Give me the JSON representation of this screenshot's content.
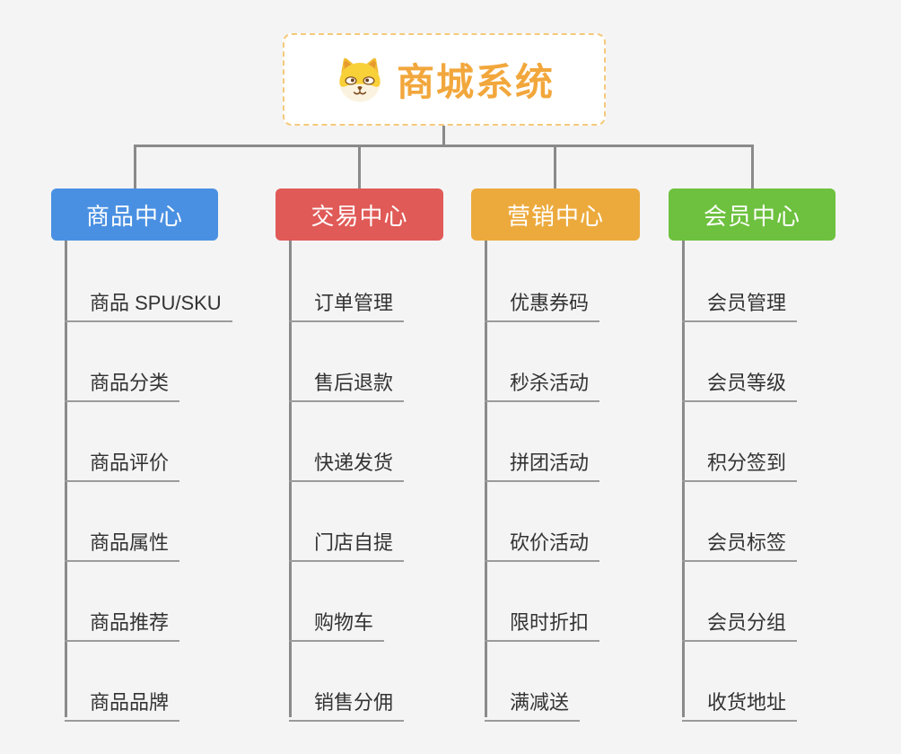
{
  "page": {
    "background": "#f4f4f4",
    "connector_color": "#8a8a8a",
    "underline_color": "#9b9b9b"
  },
  "root": {
    "title": "商城系统",
    "icon": "dog-face-icon",
    "title_color": "#f2a73c",
    "border_color": "#f5c97b"
  },
  "branches": [
    {
      "label": "商品中心",
      "color": "#4a90e2",
      "children": [
        "商品 SPU/SKU",
        "商品分类",
        "商品评价",
        "商品属性",
        "商品推荐",
        "商品品牌"
      ]
    },
    {
      "label": "交易中心",
      "color": "#e05a57",
      "children": [
        "订单管理",
        "售后退款",
        "快递发货",
        "门店自提",
        "购物车",
        "销售分佣"
      ]
    },
    {
      "label": "营销中心",
      "color": "#ecaa3d",
      "children": [
        "优惠券码",
        "秒杀活动",
        "拼团活动",
        "砍价活动",
        "限时折扣",
        "满减送"
      ]
    },
    {
      "label": "会员中心",
      "color": "#6dc13e",
      "children": [
        "会员管理",
        "会员等级",
        "积分签到",
        "会员标签",
        "会员分组",
        "收货地址"
      ]
    }
  ]
}
